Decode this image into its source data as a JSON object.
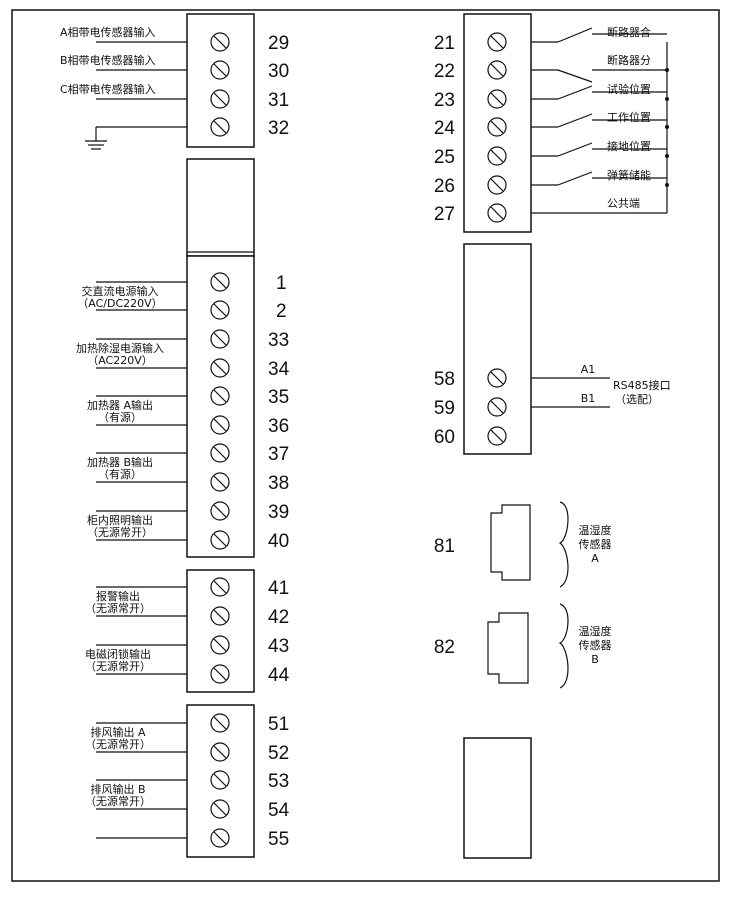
{
  "phase_inputs": [
    {
      "label": "A相带电传感器输入",
      "num": "29"
    },
    {
      "label": "B相带电传感器输入",
      "num": "30"
    },
    {
      "label": "C相带电传感器输入",
      "num": "31"
    }
  ],
  "ground_num": "32",
  "block_left_main": {
    "terminals": [
      {
        "num": "1"
      },
      {
        "num": "2"
      },
      {
        "num": "33"
      },
      {
        "num": "34"
      },
      {
        "num": "35"
      },
      {
        "num": "36"
      },
      {
        "num": "37"
      },
      {
        "num": "38"
      },
      {
        "num": "39"
      },
      {
        "num": "40"
      }
    ],
    "labels": [
      {
        "l1": "交直流电源输入",
        "l2": "（AC/DC220V）"
      },
      {
        "l1": "加热除湿电源输入",
        "l2": "（AC220V）"
      },
      {
        "l1": "加热器 A输出",
        "l2": "（有源）"
      },
      {
        "l1": "加热器 B输出",
        "l2": "（有源）"
      },
      {
        "l1": "柜内照明输出",
        "l2": "（无源常开）"
      }
    ]
  },
  "block_alarm": {
    "terminals": [
      {
        "num": "41"
      },
      {
        "num": "42"
      },
      {
        "num": "43"
      },
      {
        "num": "44"
      }
    ],
    "labels": [
      {
        "l1": "报警输出",
        "l2": "（无源常开）"
      },
      {
        "l1": "电磁闭锁输出",
        "l2": "（无源常开）"
      }
    ]
  },
  "block_fan": {
    "terminals": [
      {
        "num": "51"
      },
      {
        "num": "52"
      },
      {
        "num": "53"
      },
      {
        "num": "54"
      },
      {
        "num": "55"
      }
    ],
    "labels": [
      {
        "l1": "排风输出  A",
        "l2": "（无源常开）"
      },
      {
        "l1": "排风输出  B",
        "l2": "（无源常开）"
      }
    ]
  },
  "block_status": {
    "terminals": [
      {
        "num": "21",
        "label": "断路器合"
      },
      {
        "num": "22",
        "label": "断路器分"
      },
      {
        "num": "23",
        "label": "试验位置"
      },
      {
        "num": "24",
        "label": "工作位置"
      },
      {
        "num": "25",
        "label": "接地位置"
      },
      {
        "num": "26",
        "label": "弹簧储能"
      },
      {
        "num": "27",
        "label": "公共端"
      }
    ]
  },
  "block_rs485": {
    "terminals": [
      {
        "num": "58",
        "line": "A1"
      },
      {
        "num": "59",
        "line": "B1"
      },
      {
        "num": "60"
      }
    ],
    "label_1": "RS485接口",
    "label_2": "（选配）"
  },
  "sensors": [
    {
      "num": "81",
      "l1": "温湿度",
      "l2": "传感器",
      "l3": "A"
    },
    {
      "num": "82",
      "l1": "温湿度",
      "l2": "传感器",
      "l3": "B"
    }
  ]
}
